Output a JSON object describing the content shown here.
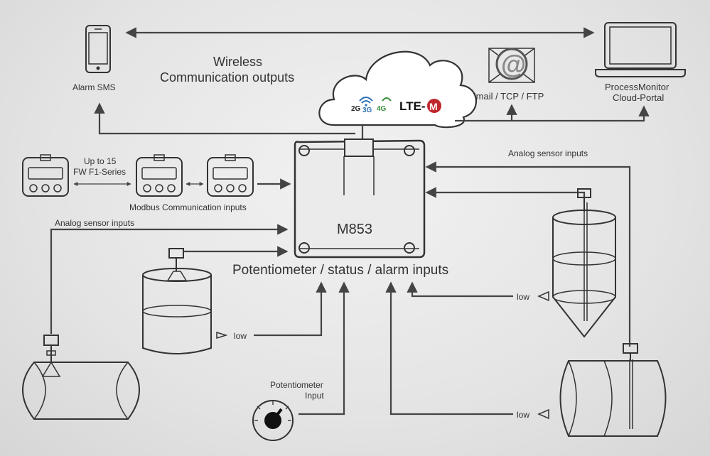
{
  "labels": {
    "alarm_sms": "Alarm SMS",
    "wireless_line1": "Wireless",
    "wireless_line2": "Communication outputs",
    "email_tcp_ftp": "Email / TCP / FTP",
    "cloud_portal_line1": "ProcessMonitor",
    "cloud_portal_line2": "Cloud-Portal",
    "up_to_line1": "Up to 15",
    "up_to_line2": "FW F1-Series",
    "modbus_inputs": "Modbus Communication inputs",
    "analog_inputs_left": "Analog sensor inputs",
    "analog_inputs_right": "Analog sensor inputs",
    "device_name": "M853",
    "potentiometer_status": "Potentiometer / status / alarm inputs",
    "low_left": "low",
    "low_right_top": "low",
    "low_right_bottom": "low",
    "potentiometer_input_line1": "Potentiometer",
    "potentiometer_input_line2": "Input"
  },
  "network_badges": {
    "g2": "2G",
    "g3": "3G",
    "g4": "4G",
    "lte": "LTE-",
    "lte_m": "M"
  },
  "icons": {
    "phone": "smartphone-icon",
    "laptop": "laptop-icon",
    "email": "at-sign-icon",
    "cloud": "cloud-icon",
    "wifi": "wifi-icon"
  },
  "colors": {
    "line": "#444444",
    "accent_red": "#c0262d",
    "signal_blue": "#2b6fb6",
    "signal_green": "#3a8f3a"
  }
}
